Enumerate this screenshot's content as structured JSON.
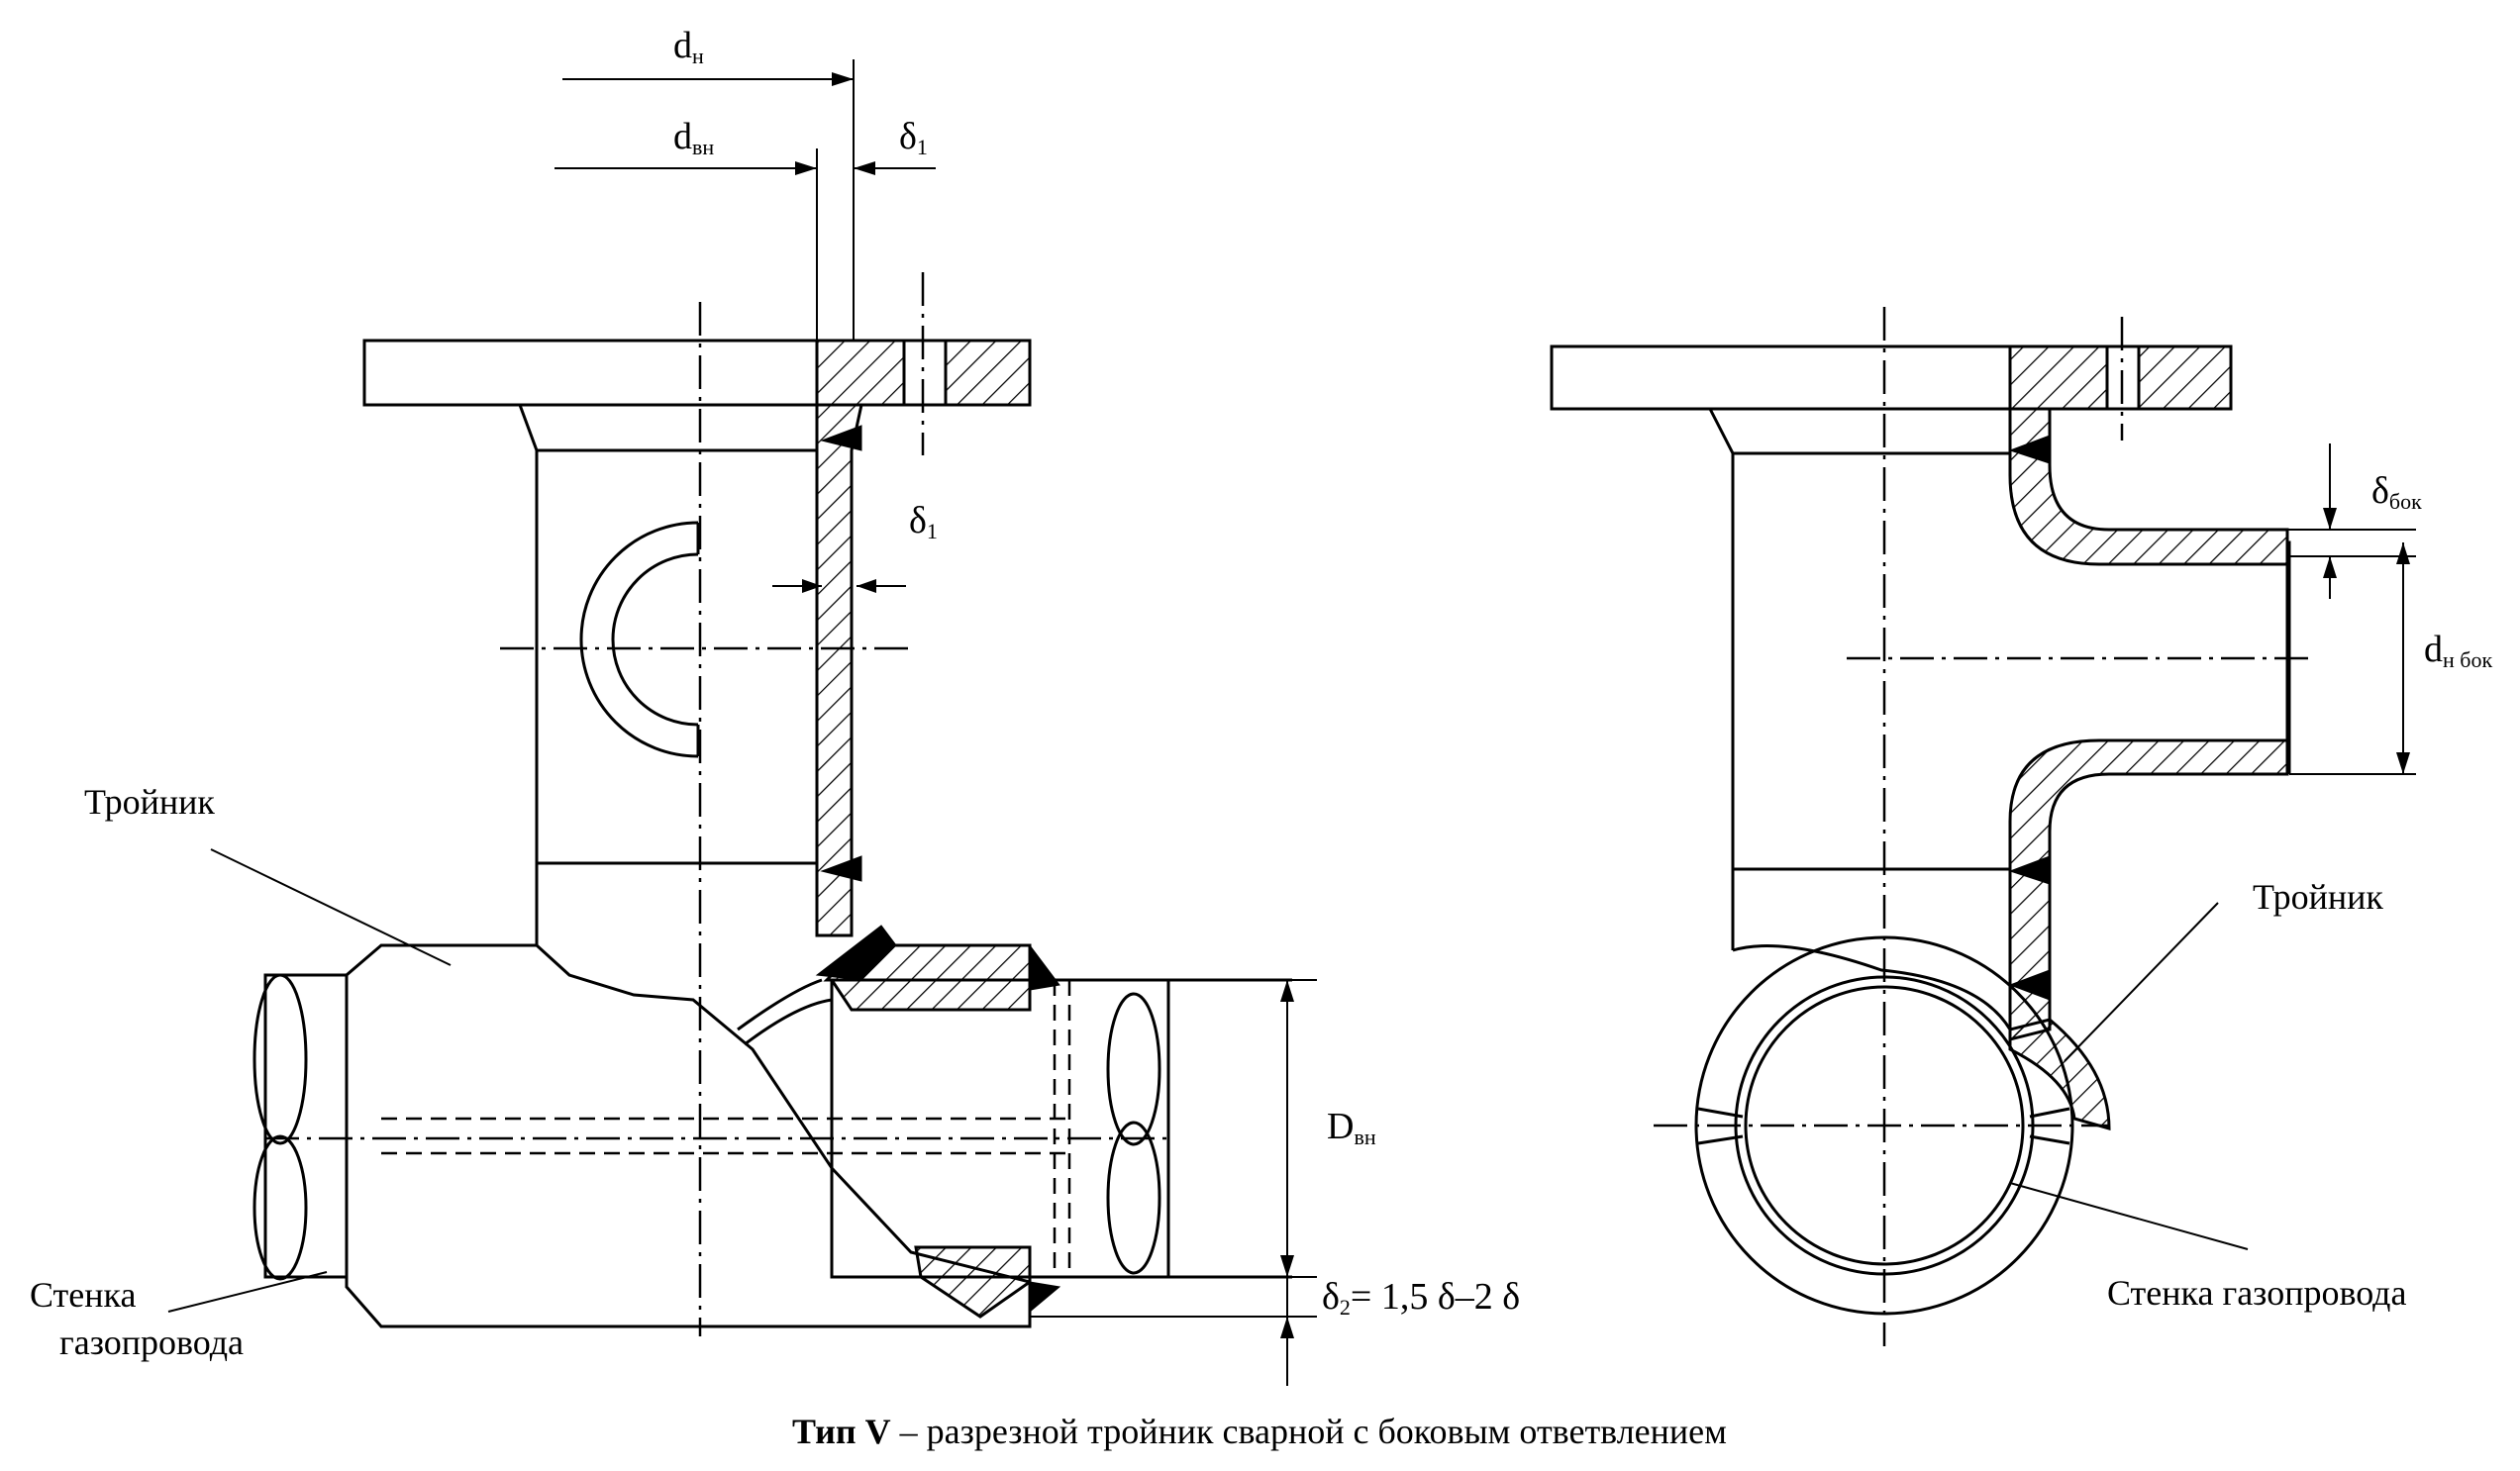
{
  "labels": {
    "d_n": "d",
    "d_n_sub": "н",
    "d_vn": "d",
    "d_vn_sub": "вн",
    "delta1_top": "δ",
    "delta1_top_sub": "1",
    "delta1_mid": "δ",
    "delta1_mid_sub": "1",
    "D_vn": "D",
    "D_vn_sub": "вн",
    "delta2": "δ",
    "delta2_sub": "2",
    "delta2_formula": "= 1,5 δ–2 δ",
    "troynik_left": "Тройник",
    "stenka_left_1": "Стенка",
    "stenka_left_2": "газопровода",
    "delta_bok": "δ",
    "delta_bok_sub": "бок",
    "d_n_bok": "d",
    "d_n_bok_sub": "н бок",
    "troynik_right": "Тройник",
    "stenka_right": "Стенка газопровода"
  },
  "caption": {
    "bold": "Тип V",
    "rest": " – разрезной тройник сварной с боковым ответвлением"
  }
}
